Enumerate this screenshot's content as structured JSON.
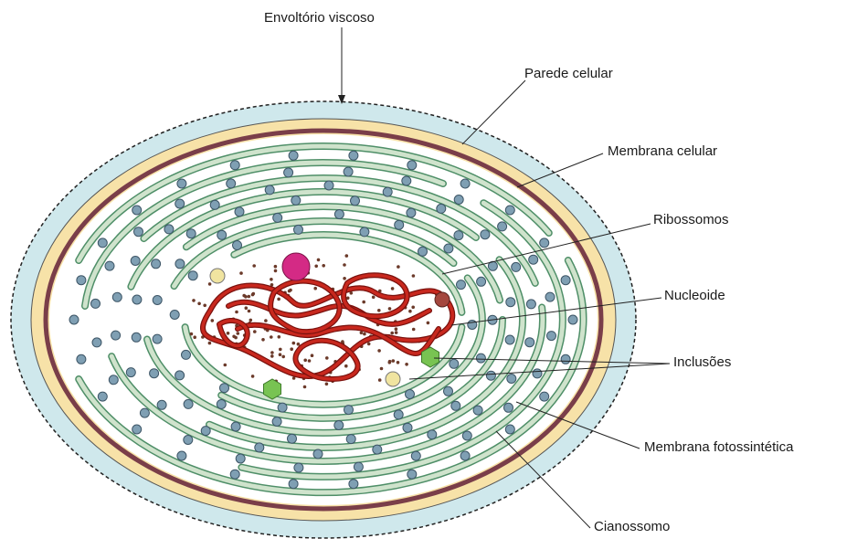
{
  "diagram": {
    "labels": {
      "envoltorio": "Envoltório viscoso",
      "parede": "Parede celular",
      "membrana": "Membrana celular",
      "ribossomos": "Ribossomos",
      "nucleoide": "Nucleoide",
      "inclusoes": "Inclusões",
      "fotossintetica": "Membrana fotossintética",
      "cianossomo": "Cianossomo"
    },
    "colors": {
      "capsule": "#cfe8ec",
      "wall_outer": "#f7e2a8",
      "wall_inner": "#7a3e49",
      "thylakoid": "#cfe3cc",
      "thylakoid_edge": "#4f8f68",
      "cyanosome": "#7f9fb3",
      "nucleoid": "#c8281e",
      "ribosome": "#6b3a2a",
      "inclusion_green": "#78c352",
      "inclusion_yellow": "#f0e4a0",
      "inclusion_magenta": "#d42a85",
      "inclusion_brown": "#a4473e"
    }
  }
}
